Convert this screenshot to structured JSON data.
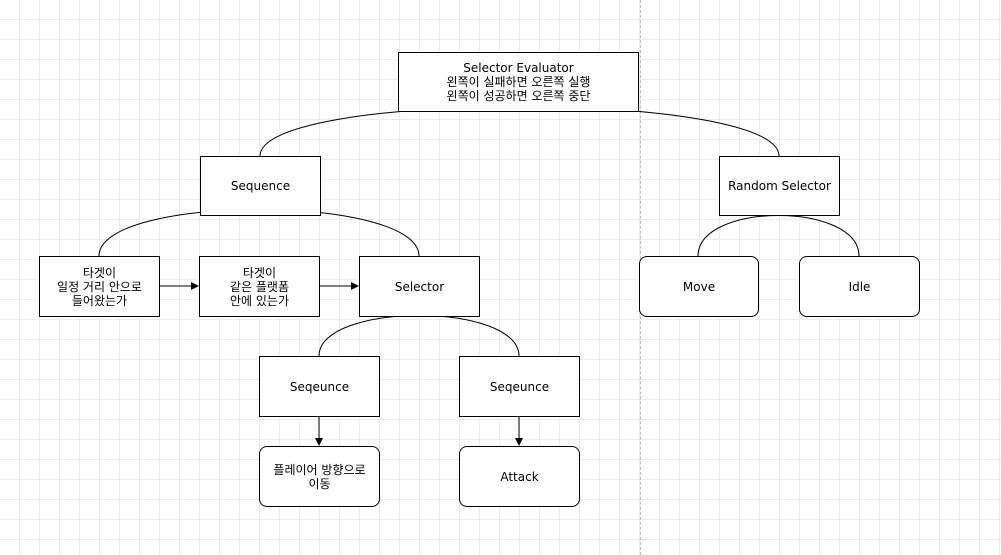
{
  "nodes": {
    "evaluator": "Selector Evaluator\n왼쪽이 실패하면 오른쪽 실행\n왼쪽이 성공하면 오른쪽 중단",
    "sequence": "Sequence",
    "random_selector": "Random Selector",
    "target_in_range": "타겟이\n일정 거리 안으로\n들어왔는가",
    "target_same_platform": "타겟이\n같은 플랫폼\n안에 있는가",
    "selector": "Selector",
    "move": "Move",
    "idle": "Idle",
    "seqeunce_left": "Seqeunce",
    "seqeunce_right": "Seqeunce",
    "move_to_player": "플레이어 방향으로\n이동",
    "attack": "Attack"
  },
  "colors": {
    "stroke": "#000000",
    "fill": "#ffffff",
    "grid": "#ececec",
    "divider": "#bdbdbd"
  }
}
